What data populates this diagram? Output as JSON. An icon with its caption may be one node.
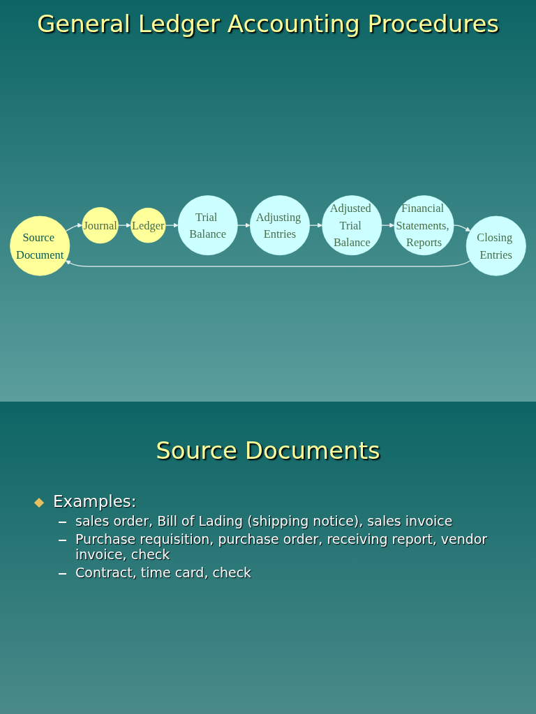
{
  "diagram": {
    "title": "General Ledger Accounting Procedures",
    "nodes": [
      {
        "text": [
          "Source Document"
        ]
      },
      {
        "text": [
          "Closing Entries"
        ]
      },
      {
        "text": [
          "Journal"
        ]
      },
      {
        "text": [
          "Financial Statements, Reports"
        ]
      },
      {
        "text": [
          "Ledger"
        ]
      },
      {
        "text": [
          "Adjusted Trial Balance"
        ]
      },
      {
        "text": [
          "Trial Balance"
        ]
      },
      {
        "text": [
          "Adjusting Entries"
        ]
      }
    ],
    "edges": [
      {
        "from": 0,
        "to": 2,
        "arrow": "to"
      },
      {
        "from": 2,
        "to": 4,
        "arrow": "to"
      },
      {
        "from": 4,
        "to": 6,
        "arrow": "to"
      },
      {
        "from": 6,
        "to": 7,
        "arrow": "to"
      },
      {
        "from": 7,
        "to": 5,
        "arrow": "to"
      },
      {
        "from": 5,
        "to": 3,
        "arrow": "to"
      },
      {
        "from": 3,
        "to": 1,
        "arrow": "to"
      },
      {
        "from": 1,
        "to": 0,
        "arrow": "to"
      }
    ],
    "labels": [
      "Source Documents",
      "Examples:",
      "sales order, Bill of Lading (shipping notice), sales invoice",
      "Purchase requisition, purchase order, receiving report, vendor invoice, check",
      "Contract, time card, check"
    ]
  }
}
